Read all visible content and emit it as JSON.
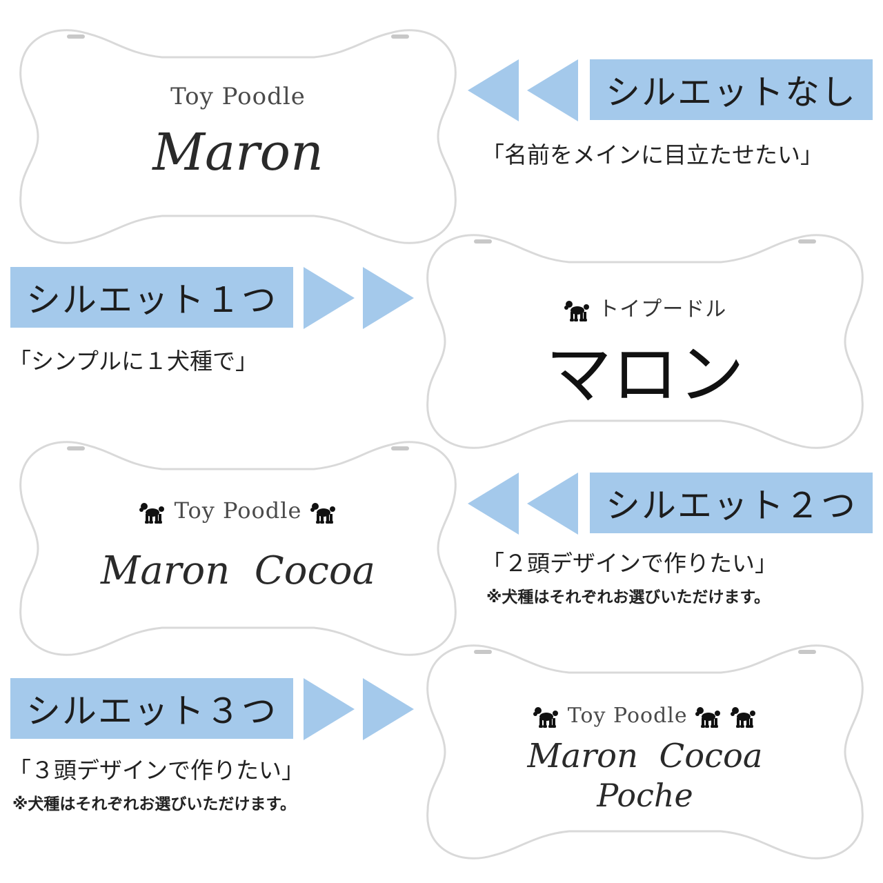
{
  "rows": [
    {
      "label": "シルエットなし",
      "desc": "「名前をメインに目立たせたい」",
      "note": "",
      "tag": {
        "breed": "Toy Poodle",
        "name": "Maron",
        "silhouettes": 0
      }
    },
    {
      "label": "シルエット１つ",
      "desc": "「シンプルに１犬種で」",
      "note": "",
      "tag": {
        "breed": "トイプードル",
        "name": "マロン",
        "silhouettes": 1
      }
    },
    {
      "label": "シルエット２つ",
      "desc": "「２頭デザインで作りたい」",
      "note": "※犬種はそれぞれお選びいただけます。",
      "tag": {
        "breed": "Toy Poodle",
        "name": "Maron  Cocoa",
        "silhouettes": 2
      }
    },
    {
      "label": "シルエット３つ",
      "desc": "「３頭デザインで作りたい」",
      "note": "※犬種はそれぞれお選びいただけます。",
      "tag": {
        "breed": "Toy Poodle",
        "name": "Maron  Cocoa",
        "name2": "Poche",
        "silhouettes": 3
      }
    }
  ],
  "colors": {
    "label_bg": "#a4c9eb",
    "arrow": "#a4c9eb",
    "bone_stroke": "#d9d9d9"
  },
  "icons": {
    "arrow": "triangle-arrow-icon",
    "silhouette": "poodle-silhouette-icon",
    "hole": "tag-hole-icon"
  }
}
